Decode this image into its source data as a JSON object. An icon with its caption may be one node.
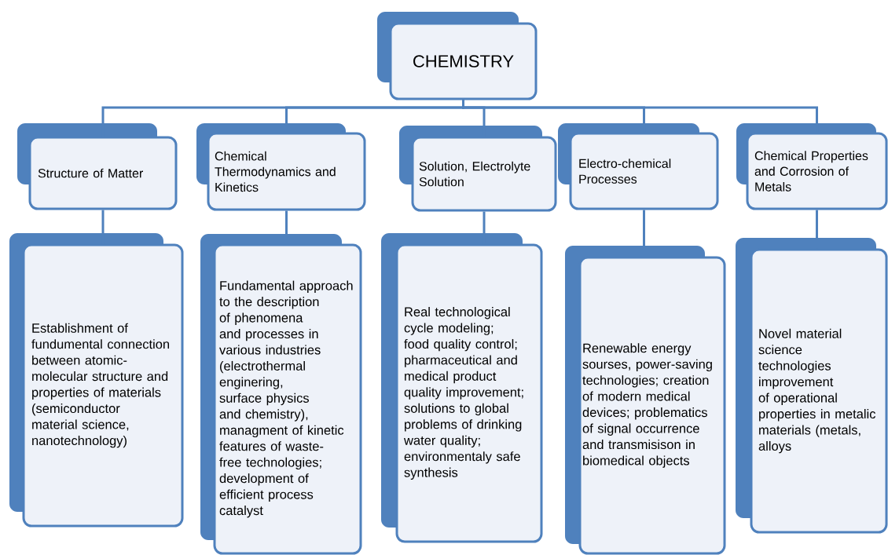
{
  "diagram": {
    "nodes": [
      {
        "text": [
          "CHEMISTRY"
        ]
      },
      {
        "text": [
          "Structure of Matter"
        ]
      },
      {
        "text": [
          "Chemical Thermodynamics and Kinetics"
        ]
      },
      {
        "text": [
          "Solution, Electrolyte Solution"
        ]
      },
      {
        "text": [
          "Electro-chemical Processes"
        ]
      },
      {
        "text": [
          "Chemical Properties and Corrosion of Metals"
        ]
      },
      {
        "text": [
          "Establishment of fundumental connection between atomic-molecular structure and properties of materials (semiconductor material science, nanotechnology)"
        ]
      },
      {
        "text": [
          "Fundamental approach to the description of phenomena and processes in various industries (electrothermal enginering, surface physics and chemistry), managment of kinetic features of waste-free technologies; development of efficient process catalyst"
        ]
      },
      {
        "text": [
          "Real technological cycle modeling; food quality control; pharmaceutical and medical product quality improvement; solutions to global problems of drinking water quality; environmentaly safe synthesis"
        ]
      },
      {
        "text": [
          "Renewable energy sourses, power-saving technologies; creation of modern medical devices; problematics of signal occurrence and transmisison in biomedical objects"
        ]
      },
      {
        "text": [
          "Novel material science technologies improvement of operational properties in metalic materials (metals, alloys"
        ]
      }
    ],
    "edges": [
      {
        "from": 0,
        "to": 1,
        "arrow": "none"
      },
      {
        "from": 0,
        "to": 2,
        "arrow": "none"
      },
      {
        "from": 0,
        "to": 3,
        "arrow": "none"
      },
      {
        "from": 0,
        "to": 4,
        "arrow": "none"
      },
      {
        "from": 0,
        "to": 5,
        "arrow": "none"
      },
      {
        "from": 1,
        "to": 6,
        "arrow": "none"
      },
      {
        "from": 2,
        "to": 7,
        "arrow": "none"
      },
      {
        "from": 3,
        "to": 8,
        "arrow": "none"
      },
      {
        "from": 4,
        "to": 9,
        "arrow": "none"
      },
      {
        "from": 5,
        "to": 10,
        "arrow": "none"
      }
    ]
  }
}
